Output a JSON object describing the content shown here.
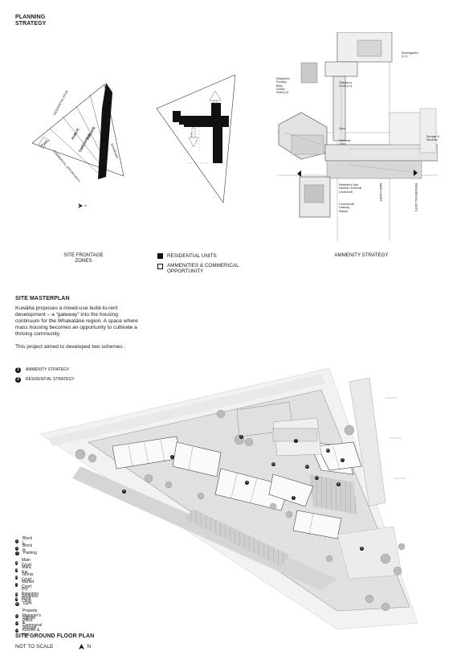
{
  "planning": {
    "title_line1": "PLANNING",
    "title_line2": "STRATEGY"
  },
  "zones": {
    "labels": [
      "RESIDENTIAL EDGE",
      "PUBLIC",
      "THRESHOLD",
      "PRIVATE",
      "BOUNDARY",
      "ROADS",
      "COMMERCIAL OPPORTUNITY"
    ],
    "north": "N",
    "caption_line1": "SITE FRONTAGE",
    "caption_line2": "ZONES"
  },
  "legend_top": {
    "residential": "RESIDENTIAL UNITS",
    "amenities_line1": "AMMENITIES & COMMERICAL",
    "amenities_line2": "OPPORTUNITY"
  },
  "amenity": {
    "caption": "AMMENITY STRATEGY",
    "labels": {
      "kindergarten": [
        "Kindergarten",
        "(1:1)"
      ],
      "rooftop": [
        "Resident's",
        "Rooftop",
        "BBQ,",
        "Ocean",
        "Vista (L2)"
      ],
      "childrens": [
        "Children's",
        "Court (L1)"
      ],
      "gym": [
        "Gym"
      ],
      "wellness": [
        "Wellness",
        "Clinic"
      ],
      "storage": [
        "Storage &",
        "Services"
      ],
      "hall": [
        "Resident's Hall,",
        "Internal / External",
        "Undercroft"
      ],
      "commercial": [
        "Commercial",
        "Leasing,",
        "Market"
      ],
      "main_court": "MAIN COURT",
      "residential_units": "RESIDENTIAL UNITS"
    }
  },
  "masterplan": {
    "title": "SITE MASTERPLAN",
    "para_lines": [
      "Kuwāha proposes a mixed-use build-to-rent",
      "development – a “gateway” into the housing",
      "continuum for the Whakatāne region. A space where",
      "mass housing becomes an opportunity to cultivate a",
      "thriving community."
    ],
    "schemes_intro": "This project aimed to developed two schemes :",
    "schemes": [
      {
        "num": "1",
        "label": "AMMENITY STRATEGY"
      },
      {
        "num": "2",
        "label": "RESIDENTIAL STRATEGY"
      }
    ]
  },
  "plan_legend": [
    {
      "num": "1",
      "label": "Block L"
    },
    {
      "num": "2",
      "label": "Block H"
    },
    {
      "num": "3",
      "label": "Parking"
    },
    {
      "num": "4",
      "label": "Main Court"
    },
    {
      "num": "5",
      "label": "Mara Kai"
    },
    {
      "num": "6",
      "label": "Tennis Court"
    },
    {
      "num": "7",
      "label": "Market Court"
    },
    {
      "num": "8",
      "label": "Dry Retention Pond"
    },
    {
      "num": "9",
      "label": "Wellness Clinic"
    },
    {
      "num": "10",
      "label": "Gym"
    },
    {
      "num": "11",
      "label": "Property Manager's Office"
    },
    {
      "num": "12",
      "label": "Utilities & Storage"
    },
    {
      "num": "13",
      "label": "Communal Kitchen & Hall"
    }
  ],
  "plan_markers": [
    "1",
    "2",
    "3",
    "4",
    "5",
    "6",
    "7",
    "8",
    "9",
    "10",
    "11",
    "12",
    "13"
  ],
  "footer": {
    "title": "SITE GROUND FLOOR PLAN",
    "scale": "NOT TO SCALE",
    "north": "N"
  },
  "colors": {
    "ink": "#1a1a1a",
    "plan_ground": "#d9d9d9",
    "plan_light": "#eeeeee",
    "plan_dark": "#8f8f8f"
  }
}
